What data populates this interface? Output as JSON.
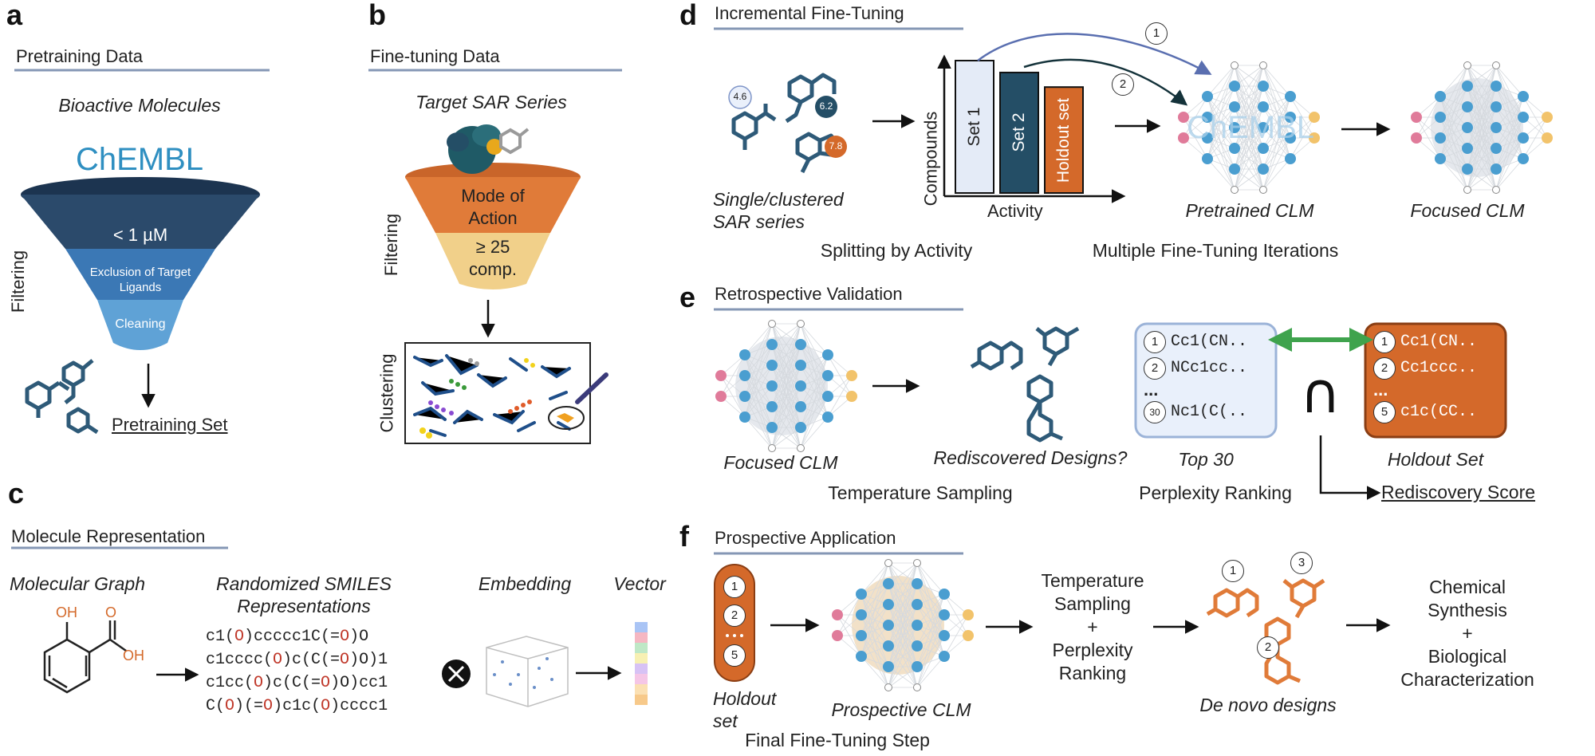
{
  "panel_letters": {
    "a": "a",
    "b": "b",
    "c": "c",
    "d": "d",
    "e": "e",
    "f": "f"
  },
  "panel_a": {
    "title": "Pretraining Data",
    "subtitle": "Bioactive Molecules",
    "source": "ChEMBL",
    "funnel": {
      "level1": "< 1 µM",
      "level2": "Exclusion of Target Ligands",
      "level3": "Cleaning"
    },
    "side_label": "Filtering",
    "output": "Pretraining Set"
  },
  "panel_b": {
    "title": "Fine-tuning Data",
    "subtitle": "Target SAR Series",
    "funnel": {
      "level1a": "Mode of",
      "level1b": "Action",
      "level2a": "≥ 25",
      "level2b": "comp."
    },
    "side_label_1": "Filtering",
    "side_label_2": "Clustering"
  },
  "panel_c": {
    "title": "Molecule Representation",
    "graph_label": "Molecular Graph",
    "smiles_label_1": "Randomized SMILES",
    "smiles_label_2": "Representations",
    "embedding_label": "Embedding",
    "vector_label": "Vector",
    "atom_labels": {
      "oh1": "OH",
      "o": "O",
      "oh2": "OH"
    },
    "smiles": [
      [
        "c1(",
        "O",
        ")ccccc1C(=",
        "O",
        ")O"
      ],
      [
        "c1cccc(",
        "O",
        ")c(C(=",
        "O",
        ")O)1"
      ],
      [
        "c1cc(",
        "O",
        ")c(C(=",
        "O",
        ")O)cc1"
      ],
      [
        "C(",
        "O",
        ")(=",
        "O",
        ")c1c(",
        "O",
        ")cccc1"
      ]
    ],
    "vector_colors": [
      "#a9c4f5",
      "#f5b7c2",
      "#bfe8c6",
      "#f7f0b3",
      "#d7c2f5",
      "#f5c6e6",
      "#fbe0b3",
      "#f7c98a"
    ]
  },
  "panel_d": {
    "title": "Incremental Fine-Tuning",
    "scores": [
      "4.6",
      "6.2",
      "7.8"
    ],
    "series_label_1": "Single/clustered",
    "series_label_2": "SAR series",
    "split_label": "Splitting by Activity",
    "chart": {
      "ylabel": "Compounds",
      "xlabel": "Activity",
      "bars": [
        {
          "name": "Set 1",
          "value": 1.0,
          "color": "#e4ebf7"
        },
        {
          "name": "Set 2",
          "value": 0.91,
          "color": "#244e66"
        },
        {
          "name": "Holdout set",
          "value": 0.8,
          "color": "#d4692a"
        }
      ]
    },
    "iterations": [
      "1",
      "2"
    ],
    "pretrained_label": "Pretrained CLM",
    "watermark": "ChEMBL",
    "focused_label": "Focused CLM",
    "multi_label": "Multiple Fine-Tuning Iterations"
  },
  "panel_e": {
    "title": "Retrospective Validation",
    "focused_label": "Focused CLM",
    "rediscovered_label": "Rediscovered Designs?",
    "sampling_label": "Temperature Sampling",
    "top_list": {
      "items": [
        {
          "n": "1",
          "s": "Cc1(CN.."
        },
        {
          "n": "2",
          "s": "NCc1cc.."
        },
        {
          "n": "30",
          "s": "Nc1(C(.."
        }
      ],
      "ellipsis": "...",
      "caption": "Top 30"
    },
    "ranking_label": "Perplexity Ranking",
    "intersection_symbol": "∩",
    "holdout_list": {
      "items": [
        {
          "n": "1",
          "s": "Cc1(CN.."
        },
        {
          "n": "2",
          "s": "Cc1ccc.."
        },
        {
          "n": "5",
          "s": "c1c(CC.."
        }
      ],
      "ellipsis": "...",
      "caption": "Holdout Set"
    },
    "score_label": "Rediscovery Score"
  },
  "panel_f": {
    "title": "Prospective Application",
    "holdout_items": [
      "1",
      "2",
      "5"
    ],
    "holdout_label_1": "Holdout",
    "holdout_label_2": "set",
    "clm_label": "Prospective CLM",
    "final_label": "Final Fine-Tuning Step",
    "sampling_lines": [
      "Temperature",
      "Sampling",
      "+",
      "Perplexity",
      "Ranking"
    ],
    "design_numbers": [
      "1",
      "2",
      "3"
    ],
    "designs_label": "De novo designs",
    "outcome_lines": [
      "Chemical",
      "Synthesis",
      "+",
      "Biological",
      "Characterization"
    ]
  },
  "colors": {
    "funnel_dark": "#2b4a6b",
    "funnel_mid": "#3b78b5",
    "funnel_light": "#5fa2d6",
    "chembl": "#2f8fc1",
    "orange": "#e07b39",
    "orange_dark": "#c9652a",
    "yellow": "#f1d08a",
    "teal": "#1f5a66",
    "network_blue": "#4a9ed0",
    "network_pink": "#e07b9a",
    "network_yellow": "#f2c36b",
    "heading_line": "#8597b5",
    "list_blue_bg": "#e9f0fb",
    "list_blue_border": "#9bb3d8",
    "arrow_green": "#3fa34d"
  }
}
